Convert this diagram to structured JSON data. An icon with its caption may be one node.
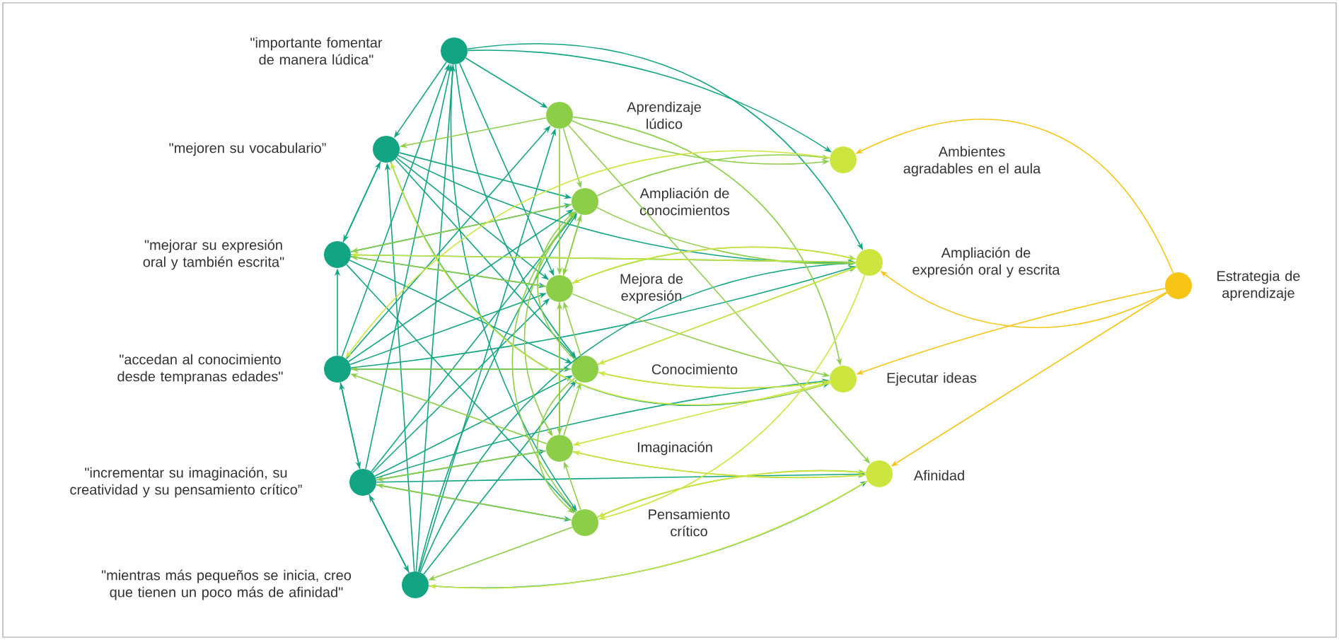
{
  "diagram": {
    "nodes": [
      {
        "text": [
          "\"importante fomentar de manera lúdica\""
        ]
      },
      {
        "text": [
          "\"mejoren su vocabulario”"
        ]
      },
      {
        "text": [
          "\"mejorar su expresión oral y también escrita\""
        ]
      },
      {
        "text": [
          "\"accedan al conocimiento desde tempranas edades\""
        ]
      },
      {
        "text": [
          "\"incrementar su imaginación, su creatividad y su pensamiento crítico”"
        ]
      },
      {
        "text": [
          "\"mientras más pequeños se inicia, creo que tienen un poco más de afinidad\""
        ]
      },
      {
        "text": [
          "Aprendizaje lúdico"
        ]
      },
      {
        "text": [
          "Ampliación de conocimientos"
        ]
      },
      {
        "text": [
          "Mejora de expresión"
        ]
      },
      {
        "text": [
          "Conocimiento"
        ]
      },
      {
        "text": [
          "Imaginación"
        ]
      },
      {
        "text": [
          "Pensamiento crítico"
        ]
      },
      {
        "text": [
          "Ambientes agradables en el aula"
        ]
      },
      {
        "text": [
          "Ampliación de expresión oral y escrita"
        ]
      },
      {
        "text": [
          "Ejecutar ideas"
        ]
      },
      {
        "text": [
          "Afinidad"
        ]
      },
      {
        "text": [
          "Estrategia de aprendizaje"
        ]
      }
    ],
    "edges": [
      {
        "from": 0,
        "to": 1,
        "arrow": "to"
      },
      {
        "from": 0,
        "to": 6,
        "arrow": "to"
      },
      {
        "from": 0,
        "to": 8,
        "arrow": "to"
      },
      {
        "from": 0,
        "to": 9,
        "arrow": "to"
      },
      {
        "from": 0,
        "to": 11,
        "arrow": "to"
      },
      {
        "from": 0,
        "to": 12,
        "arrow": "to"
      },
      {
        "from": 0,
        "to": 13,
        "arrow": "to"
      },
      {
        "from": 1,
        "to": 2,
        "arrow": "to"
      },
      {
        "from": 1,
        "to": 7,
        "arrow": "to"
      },
      {
        "from": 1,
        "to": 8,
        "arrow": "to"
      },
      {
        "from": 1,
        "to": 9,
        "arrow": "to"
      },
      {
        "from": 1,
        "to": 13,
        "arrow": "to"
      },
      {
        "from": 1,
        "to": 14,
        "arrow": "to"
      },
      {
        "from": 2,
        "to": 1,
        "arrow": "to"
      },
      {
        "from": 2,
        "to": 7,
        "arrow": "to"
      },
      {
        "from": 2,
        "to": 8,
        "arrow": "to"
      },
      {
        "from": 2,
        "to": 9,
        "arrow": "to"
      },
      {
        "from": 2,
        "to": 11,
        "arrow": "to"
      },
      {
        "from": 2,
        "to": 13,
        "arrow": "to"
      },
      {
        "from": 3,
        "to": 0,
        "arrow": "to"
      },
      {
        "from": 3,
        "to": 2,
        "arrow": "to"
      },
      {
        "from": 3,
        "to": 4,
        "arrow": "to"
      },
      {
        "from": 3,
        "to": 6,
        "arrow": "to"
      },
      {
        "from": 3,
        "to": 7,
        "arrow": "to"
      },
      {
        "from": 3,
        "to": 8,
        "arrow": "to"
      },
      {
        "from": 3,
        "to": 9,
        "arrow": "to"
      },
      {
        "from": 3,
        "to": 13,
        "arrow": "to"
      },
      {
        "from": 4,
        "to": 0,
        "arrow": "to"
      },
      {
        "from": 4,
        "to": 3,
        "arrow": "to"
      },
      {
        "from": 4,
        "to": 5,
        "arrow": "to"
      },
      {
        "from": 4,
        "to": 7,
        "arrow": "to"
      },
      {
        "from": 4,
        "to": 8,
        "arrow": "to"
      },
      {
        "from": 4,
        "to": 9,
        "arrow": "to"
      },
      {
        "from": 4,
        "to": 10,
        "arrow": "to"
      },
      {
        "from": 4,
        "to": 11,
        "arrow": "to"
      },
      {
        "from": 4,
        "to": 14,
        "arrow": "to"
      },
      {
        "from": 4,
        "to": 15,
        "arrow": "to"
      },
      {
        "from": 5,
        "to": 0,
        "arrow": "to"
      },
      {
        "from": 5,
        "to": 1,
        "arrow": "to"
      },
      {
        "from": 5,
        "to": 4,
        "arrow": "to"
      },
      {
        "from": 5,
        "to": 6,
        "arrow": "to"
      },
      {
        "from": 5,
        "to": 7,
        "arrow": "to"
      },
      {
        "from": 5,
        "to": 9,
        "arrow": "to"
      },
      {
        "from": 5,
        "to": 13,
        "arrow": "to"
      },
      {
        "from": 5,
        "to": 15,
        "arrow": "to"
      },
      {
        "from": 6,
        "to": 1,
        "arrow": "to",
        "color": "#8dce48"
      },
      {
        "from": 6,
        "to": 7,
        "arrow": "to",
        "color": "#8dce48"
      },
      {
        "from": 6,
        "to": 8,
        "arrow": "to",
        "color": "#8dce48"
      },
      {
        "from": 6,
        "to": 12,
        "arrow": "to",
        "color": "#8dce48"
      },
      {
        "from": 6,
        "to": 14,
        "arrow": "to",
        "color": "#8dce48"
      },
      {
        "from": 6,
        "to": 15,
        "arrow": "to",
        "color": "#8dce48"
      },
      {
        "from": 7,
        "to": 2,
        "arrow": "to",
        "color": "#8dce48"
      },
      {
        "from": 7,
        "to": 8,
        "arrow": "to",
        "color": "#8dce48"
      },
      {
        "from": 7,
        "to": 10,
        "arrow": "to",
        "color": "#8dce48"
      },
      {
        "from": 7,
        "to": 12,
        "arrow": "to",
        "color": "#8dce48"
      },
      {
        "from": 7,
        "to": 13,
        "arrow": "to",
        "color": "#8dce48"
      },
      {
        "from": 8,
        "to": 2,
        "arrow": "to",
        "color": "#8dce48"
      },
      {
        "from": 8,
        "to": 7,
        "arrow": "to",
        "color": "#8dce48"
      },
      {
        "from": 8,
        "to": 10,
        "arrow": "to",
        "color": "#8dce48"
      },
      {
        "from": 8,
        "to": 13,
        "arrow": "to",
        "color": "#8dce48"
      },
      {
        "from": 8,
        "to": 14,
        "arrow": "to",
        "color": "#8dce48"
      },
      {
        "from": 9,
        "to": 3,
        "arrow": "to",
        "color": "#8dce48"
      },
      {
        "from": 9,
        "to": 7,
        "arrow": "to",
        "color": "#8dce48"
      },
      {
        "from": 9,
        "to": 8,
        "arrow": "to",
        "color": "#8dce48"
      },
      {
        "from": 9,
        "to": 11,
        "arrow": "to",
        "color": "#8dce48"
      },
      {
        "from": 9,
        "to": 13,
        "arrow": "to",
        "color": "#8dce48"
      },
      {
        "from": 9,
        "to": 14,
        "arrow": "to",
        "color": "#8dce48"
      },
      {
        "from": 10,
        "to": 3,
        "arrow": "to",
        "color": "#8dce48"
      },
      {
        "from": 10,
        "to": 4,
        "arrow": "to",
        "color": "#8dce48"
      },
      {
        "from": 10,
        "to": 8,
        "arrow": "to",
        "color": "#8dce48"
      },
      {
        "from": 10,
        "to": 9,
        "arrow": "to",
        "color": "#8dce48"
      },
      {
        "from": 10,
        "to": 15,
        "arrow": "to",
        "color": "#8dce48"
      },
      {
        "from": 11,
        "to": 4,
        "arrow": "to",
        "color": "#8dce48"
      },
      {
        "from": 11,
        "to": 5,
        "arrow": "to",
        "color": "#8dce48"
      },
      {
        "from": 11,
        "to": 7,
        "arrow": "to",
        "color": "#8dce48"
      },
      {
        "from": 11,
        "to": 10,
        "arrow": "to",
        "color": "#8dce48"
      },
      {
        "from": 11,
        "to": 15,
        "arrow": "to",
        "color": "#8dce48"
      },
      {
        "from": 12,
        "to": 3,
        "arrow": "to",
        "color": "#cde63f"
      },
      {
        "from": 13,
        "to": 2,
        "arrow": "to",
        "color": "#cde63f"
      },
      {
        "from": 13,
        "to": 8,
        "arrow": "to",
        "color": "#cde63f"
      },
      {
        "from": 13,
        "to": 9,
        "arrow": "to",
        "color": "#cde63f"
      },
      {
        "from": 13,
        "to": 11,
        "arrow": "to",
        "color": "#cde63f"
      },
      {
        "from": 14,
        "to": 1,
        "arrow": "to",
        "color": "#cde63f"
      },
      {
        "from": 14,
        "to": 9,
        "arrow": "to",
        "color": "#cde63f"
      },
      {
        "from": 14,
        "to": 10,
        "arrow": "to",
        "color": "#cde63f"
      },
      {
        "from": 15,
        "to": 5,
        "arrow": "to",
        "color": "#cde63f"
      },
      {
        "from": 15,
        "to": 10,
        "arrow": "to",
        "color": "#cde63f"
      },
      {
        "from": 15,
        "to": 11,
        "arrow": "to",
        "color": "#cde63f"
      },
      {
        "from": 16,
        "to": 12,
        "arrow": "to",
        "color": "#f6c515"
      },
      {
        "from": 16,
        "to": 13,
        "arrow": "to",
        "color": "#f6c515"
      },
      {
        "from": 16,
        "to": 14,
        "arrow": "to",
        "color": "#f6c515"
      },
      {
        "from": 16,
        "to": 15,
        "arrow": "to",
        "color": "#f6c515"
      }
    ]
  }
}
